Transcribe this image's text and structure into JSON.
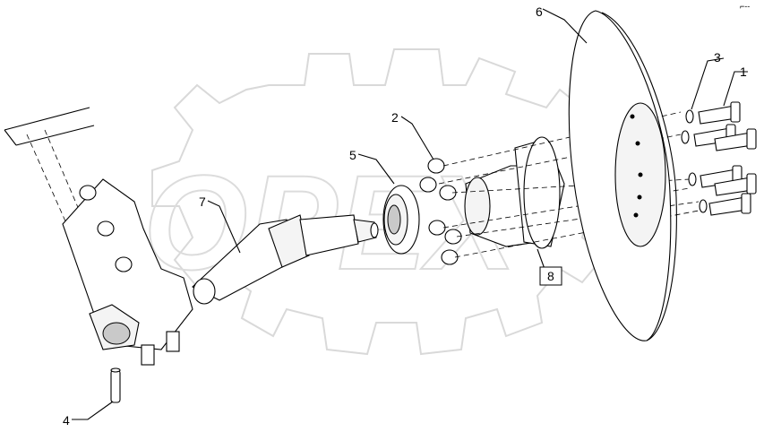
{
  "figure": {
    "callouts": [
      {
        "id": "c1",
        "label": "1"
      },
      {
        "id": "c2",
        "label": "2"
      },
      {
        "id": "c3",
        "label": "3"
      },
      {
        "id": "c4",
        "label": "4"
      },
      {
        "id": "c5",
        "label": "5"
      },
      {
        "id": "c6",
        "label": "6"
      },
      {
        "id": "c7",
        "label": "7"
      },
      {
        "id": "c8",
        "label": "8"
      }
    ],
    "watermark": "OPEX",
    "corner_mark": "⌐--"
  }
}
